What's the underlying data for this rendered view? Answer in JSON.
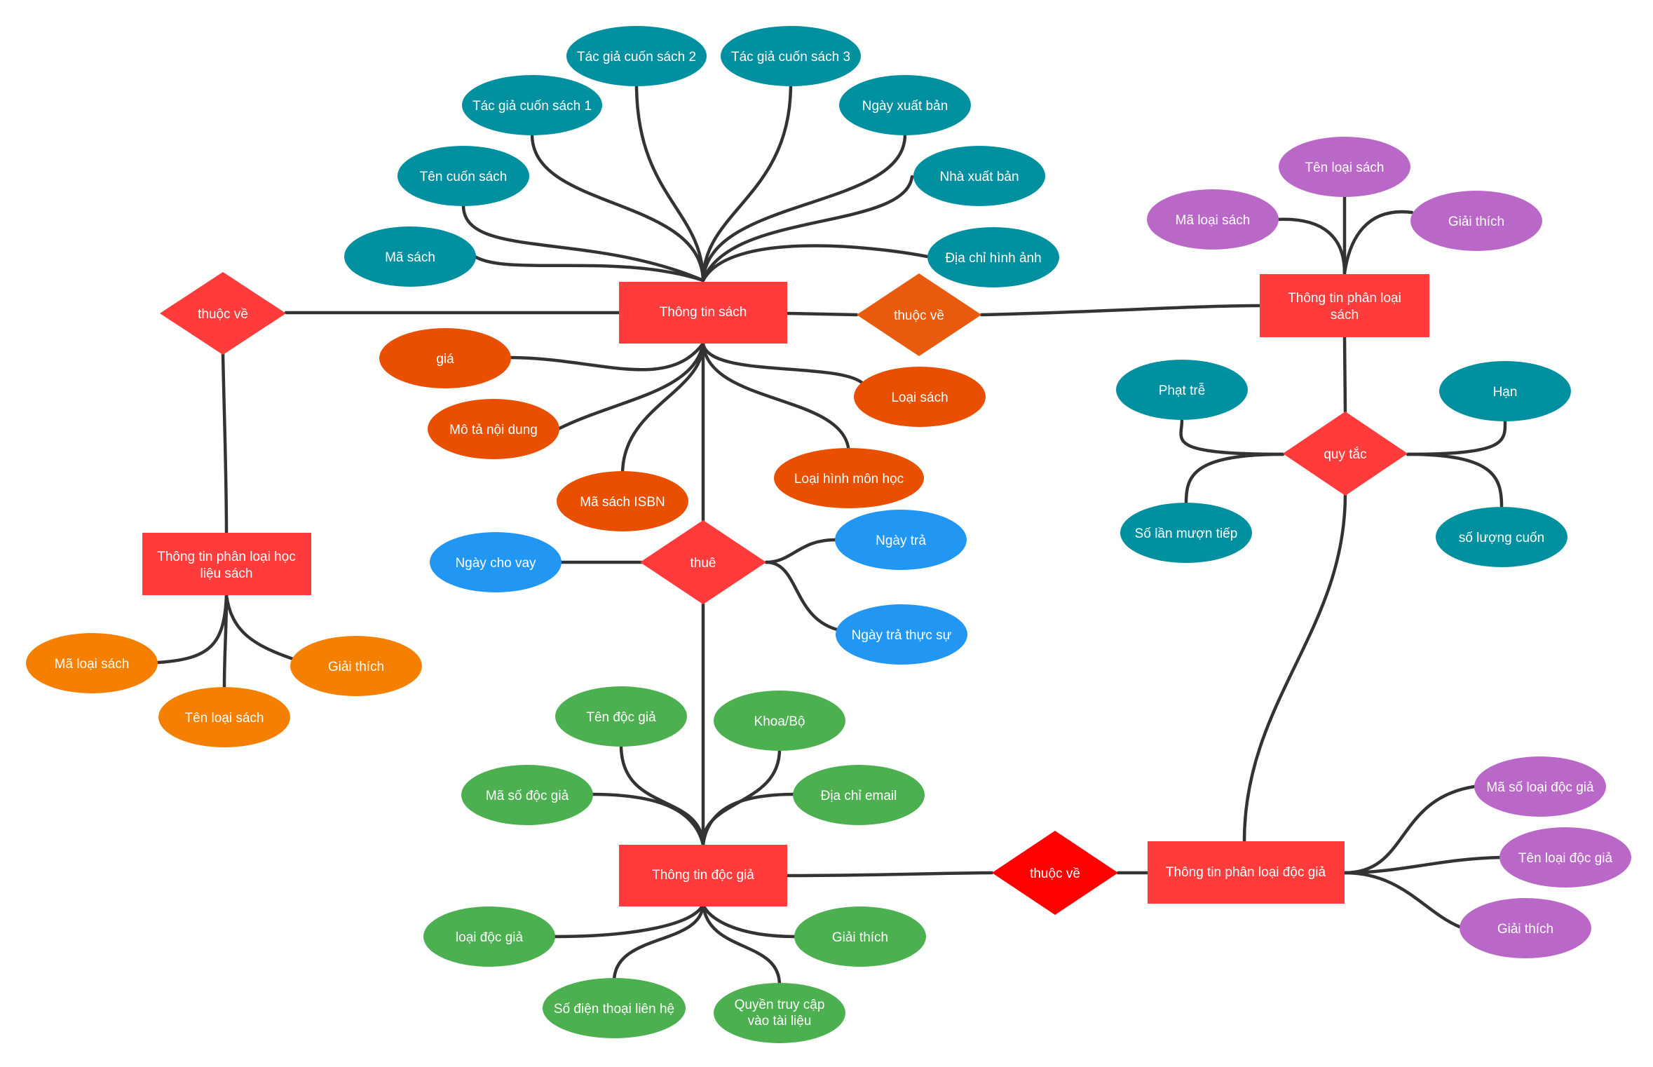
{
  "palette": {
    "entity": "#ff3b3b",
    "relation_red": "#ff3b3b",
    "relation_orange": "#e85a0e",
    "relation_bright_red": "#ff0000",
    "teal": "#00909f",
    "dark_orange": "#e85000",
    "blue": "#2196f3",
    "green": "#4caf50",
    "orange": "#f58000",
    "purple": "#ba68c8",
    "edge": "#333333"
  },
  "entities": {
    "book_info": "Thông tin sách",
    "book_category": [
      "Thông tin phân loại",
      "sách"
    ],
    "subject_category": [
      "Thông tin phân loại học",
      "liệu sách"
    ],
    "reader_info": "Thông tin độc giả",
    "reader_category": "Thông tin phân loại độc giả"
  },
  "relations": {
    "belongs_left": "thuộc về",
    "belongs_book_cat": "thuộc về",
    "rent": "thuê",
    "rules": "quy tắc",
    "belongs_reader_cat": "thuộc về"
  },
  "attributes": {
    "book_id": "Mã sách",
    "book_name": "Tên cuốn sách",
    "author1": "Tác giả cuốn sách 1",
    "author2": "Tác giả cuốn sách 2",
    "author3": "Tác giả cuốn sách 3",
    "pub_date": "Ngày xuất bản",
    "publisher": "Nhà xuất bản",
    "image_addr": "Địa chỉ hình ảnh",
    "price": "giá",
    "content_desc": "Mô tả nội dung",
    "isbn": "Mã sách ISBN",
    "book_type": "Loại sách",
    "subject_type": "Loại hình môn học",
    "bc_id": "Mã loại sách",
    "bc_name": "Tên loại sách",
    "bc_explain": "Giải thích",
    "late_fee": "Phạt trễ",
    "limit": "Hạn",
    "renew_count": "Số lần mượn tiếp",
    "book_quantity": "số lượng cuốn",
    "sc_id": "Mã loại sách",
    "sc_name": "Tên loại sách",
    "sc_explain": "Giải thích",
    "loan_date": "Ngày cho vay",
    "return_date": "Ngày trả",
    "actual_return": "Ngày trả thực sự",
    "reader_name": "Tên độc giả",
    "faculty": "Khoa/Bộ",
    "reader_id": "Mã số độc giả",
    "email": "Địa chỉ email",
    "reader_type": "loại độc giả",
    "rd_explain": "Giải thích",
    "phone": "Số điện thoại liên hệ",
    "access": [
      "Quyền truy cập",
      "vào tài liệu"
    ],
    "rc_id": "Mã số loại độc giả",
    "rc_name": "Tên loại độc giả",
    "rc_explain": "Giải thích"
  }
}
